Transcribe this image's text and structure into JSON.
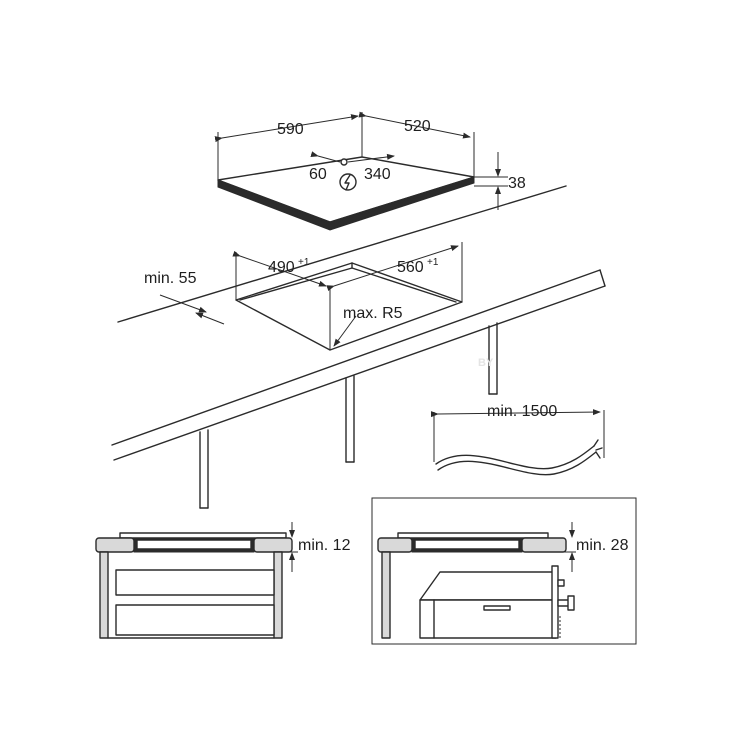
{
  "top_view": {
    "width_label": "590",
    "depth_label": "520",
    "height_label": "38",
    "conn_offset_label": "60",
    "conn_depth_label": "340",
    "power_symbol": "lightning-bolt-in-circle"
  },
  "cutout": {
    "width_label": "490",
    "width_tol": "+1",
    "depth_label": "560",
    "depth_tol": "+1",
    "front_dist_label": "min. 55",
    "corner_radius_label": "max. R5"
  },
  "cable": {
    "length_label": "min. 1500"
  },
  "installation": {
    "drawers_clearance_label": "min. 12",
    "oven_clearance_label": "min. 28"
  },
  "watermark_text": "BY",
  "colors": {
    "line": "#2b2b2b",
    "panel_shade": "#d9d9d9"
  }
}
